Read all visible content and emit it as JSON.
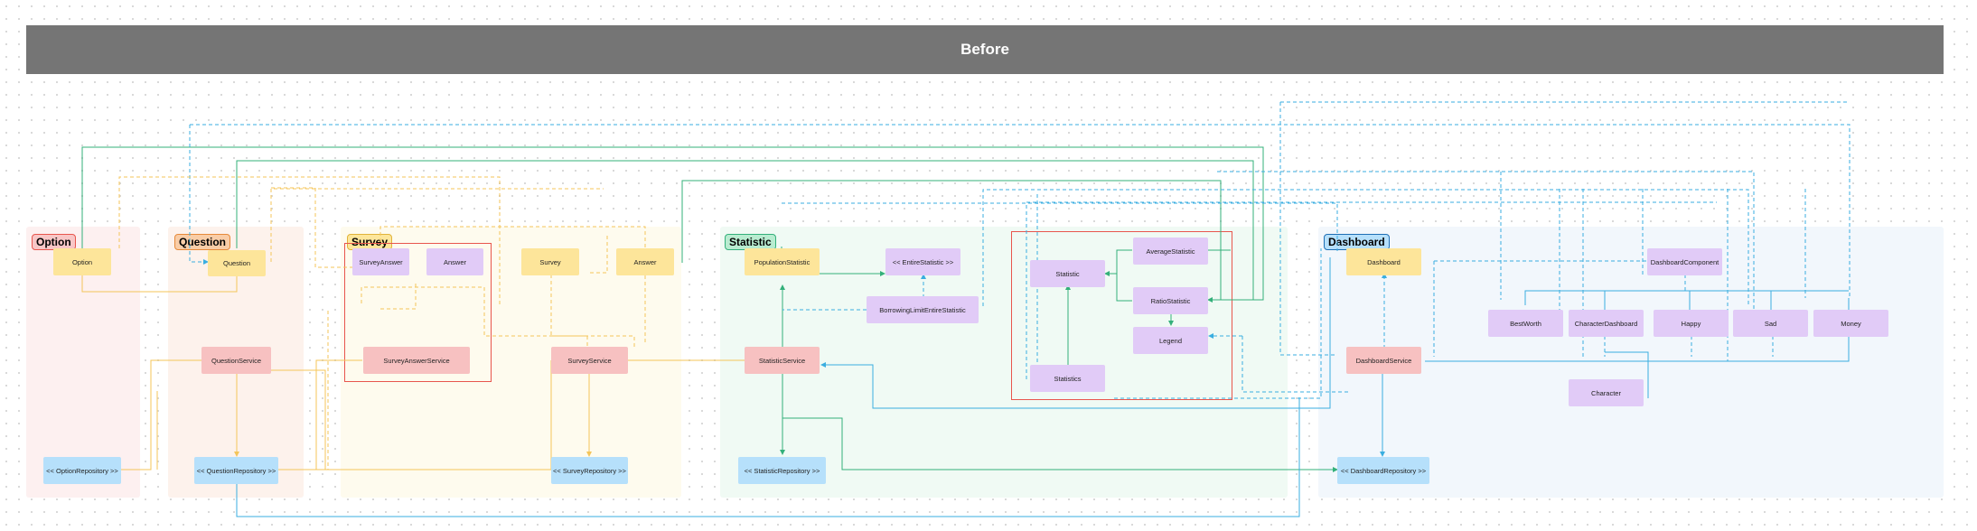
{
  "header": {
    "title": "Before"
  },
  "sections": {
    "option": "Option",
    "question": "Question",
    "survey": "Survey",
    "statistic": "Statistic",
    "dashboard": "Dashboard"
  },
  "nodes": {
    "option": "Option",
    "option_repository": "<< OptionRepository >>",
    "question": "Question",
    "question_service": "QuestionService",
    "question_repository": "<< QuestionRepository >>",
    "survey_answer": "SurveyAnswer",
    "answer_left": "Answer",
    "survey": "Survey",
    "answer_right": "Answer",
    "survey_answer_service": "SurveyAnswerService",
    "survey_service": "SurveyService",
    "survey_repository": "<< SurveyRepository >>",
    "population_statistic": "PopulationStatistic",
    "entire_statistic": "<< EntireStatistic >>",
    "borrowing_limit_entire_statistic": "BorrowingLimitEntireStatistic",
    "statistic_service": "StatisticService",
    "statistic_repository": "<< StatisticRepository >>",
    "average_statistic": "AverageStatistic",
    "statistic": "Statistic",
    "ratio_statistic": "RatioStatistic",
    "legend": "Legend",
    "statistics": "Statistics",
    "dashboard": "Dashboard",
    "dashboard_service": "DashboardService",
    "dashboard_repository": "<< DashboardRepository >>",
    "dashboard_component": "DashboardComponent",
    "best_worth": "BestWorth",
    "character_dashboard": "CharacterDashboard",
    "happy": "Happy",
    "sad": "Sad",
    "money": "Money",
    "character": "Character"
  },
  "colors": {
    "header_bg": "#757575",
    "yellow_node": "#fde59a",
    "purple_node": "#e1cbf7",
    "red_node": "#f7c1c1",
    "blue_node": "#b6e0fb",
    "frame_red": "#e8564d",
    "wire_green": "#33b07a",
    "wire_blue": "#3aaee0",
    "wire_yellow": "#f4c55a"
  }
}
